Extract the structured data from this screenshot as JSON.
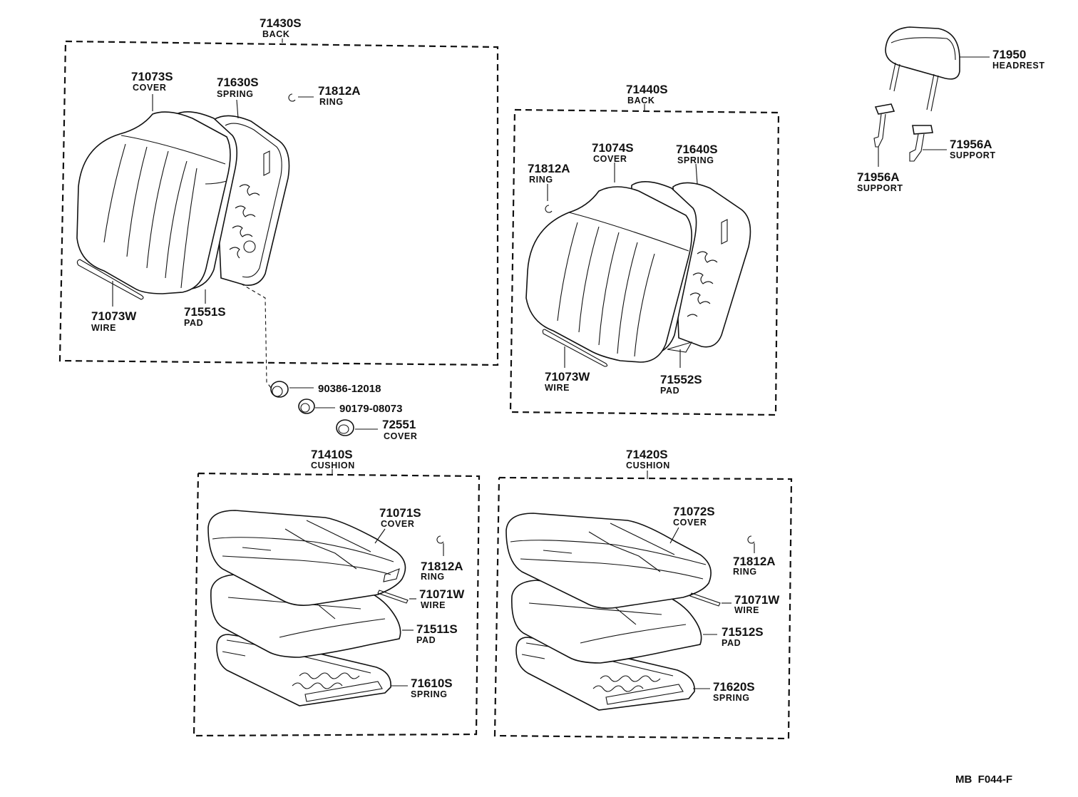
{
  "assemblies": {
    "back_a": {
      "number": "71430S",
      "label": "BACK"
    },
    "back_b": {
      "number": "71440S",
      "label": "BACK"
    },
    "cushion_a": {
      "number": "71410S",
      "label": "CUSHION"
    },
    "cushion_b": {
      "number": "71420S",
      "label": "CUSHION"
    }
  },
  "parts": {
    "back_a_cover": {
      "number": "71073S",
      "label": "COVER"
    },
    "back_a_spring": {
      "number": "71630S",
      "label": "SPRING"
    },
    "back_a_ring": {
      "number": "71812A",
      "label": "RING"
    },
    "back_a_wire": {
      "number": "71073W",
      "label": "WIRE"
    },
    "back_a_pad": {
      "number": "71551S",
      "label": "PAD"
    },
    "back_b_cover": {
      "number": "71074S",
      "label": "COVER"
    },
    "back_b_spring": {
      "number": "71640S",
      "label": "SPRING"
    },
    "back_b_ring": {
      "number": "71812A",
      "label": "RING"
    },
    "back_b_wire": {
      "number": "71073W",
      "label": "WIRE"
    },
    "back_b_pad": {
      "number": "71552S",
      "label": "PAD"
    },
    "headrest": {
      "number": "71950",
      "label": "HEADREST"
    },
    "support_right": {
      "number": "71956A",
      "label": "SUPPORT"
    },
    "support_left": {
      "number": "71956A",
      "label": "SUPPORT"
    },
    "fastener_1": {
      "number": "90386-12018"
    },
    "fastener_2": {
      "number": "90179-08073"
    },
    "knob_cover": {
      "number": "72551",
      "label": "COVER"
    },
    "cushion_a_cover": {
      "number": "71071S",
      "label": "COVER"
    },
    "cushion_a_ring": {
      "number": "71812A",
      "label": "RING"
    },
    "cushion_a_wire": {
      "number": "71071W",
      "label": "WIRE"
    },
    "cushion_a_pad": {
      "number": "71511S",
      "label": "PAD"
    },
    "cushion_a_spring": {
      "number": "71610S",
      "label": "SPRING"
    },
    "cushion_b_cover": {
      "number": "71072S",
      "label": "COVER"
    },
    "cushion_b_ring": {
      "number": "71812A",
      "label": "RING"
    },
    "cushion_b_wire": {
      "number": "71071W",
      "label": "WIRE"
    },
    "cushion_b_pad": {
      "number": "71512S",
      "label": "PAD"
    },
    "cushion_b_spring": {
      "number": "71620S",
      "label": "SPRING"
    }
  },
  "drawing_code": "MB  F044-F"
}
